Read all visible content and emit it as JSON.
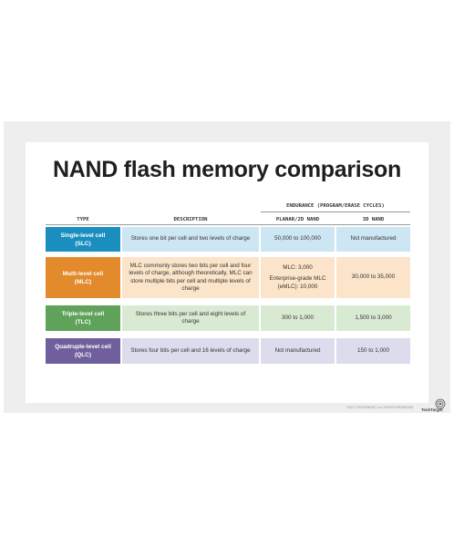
{
  "title": "NAND flash memory comparison",
  "endurance_header": "ENDURANCE (PROGRAM/ERASE CYCLES)",
  "headers": {
    "type": "TYPE",
    "description": "DESCRIPTION",
    "planar": "PLANAR/2D NAND",
    "nand3d": "3D NAND"
  },
  "rows": [
    {
      "type_line1": "Single-level cell",
      "type_line2": "(SLC)",
      "description": "Stores one bit per cell and two levels of charge",
      "planar_line1": "50,000 to 100,000",
      "planar_line2": "",
      "planar_line3": "",
      "nand3d": "Not manufactured",
      "type_color": "#1a8fbf",
      "row_color": "#cde6f3"
    },
    {
      "type_line1": "Multi-level cell",
      "type_line2": "(MLC)",
      "description": "MLC commonly stores two bits per cell and four levels of charge, although theoretically, MLC can store multiple bits per cell and multiple levels of charge",
      "planar_line1": "MLC: 3,000",
      "planar_line2": "Enterprise-grade MLC",
      "planar_line3": "(eMLC): 10,000",
      "nand3d": "30,000 to 35,000",
      "type_color": "#e38a2c",
      "row_color": "#fbe4c9"
    },
    {
      "type_line1": "Triple-level cell",
      "type_line2": "(TLC)",
      "description": "Stores three bits per cell and eight levels of charge",
      "planar_line1": "300 to 1,000",
      "planar_line2": "",
      "planar_line3": "",
      "nand3d": "1,500 to 3,000",
      "type_color": "#5fa25a",
      "row_color": "#d9ead3"
    },
    {
      "type_line1": "Quadruple-level cell",
      "type_line2": "(QLC)",
      "description": "Stores four bits per cell and 16 levels of charge",
      "planar_line1": "Not manufactured",
      "planar_line2": "",
      "planar_line3": "",
      "nand3d": "150 to 1,000",
      "type_color": "#6f5f9c",
      "row_color": "#dcdcec"
    }
  ],
  "copyright": "©2017 TECHTARGET. ALL RIGHTS RESERVED",
  "logo_text": "TechTarget"
}
